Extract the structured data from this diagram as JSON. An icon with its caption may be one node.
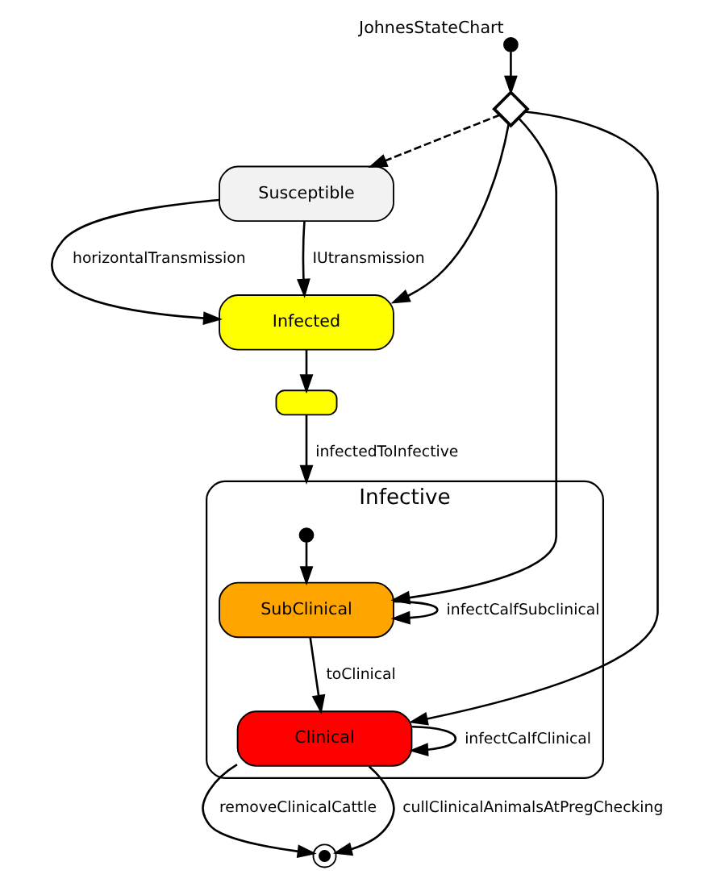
{
  "diagram": {
    "nodes": [
      {
        "text": [],
        "shape": "circle",
        "beside": [
          "JohnesStateChart"
        ]
      },
      {
        "text": [],
        "shape": "diamond"
      },
      {
        "text": [
          "Susceptible"
        ]
      },
      {
        "text": [
          "Infected"
        ]
      },
      {
        "text": [],
        "shape": "box"
      },
      {
        "text": [
          "Infective"
        ]
      },
      {
        "text": [],
        "shape": "circle",
        "in": 5
      },
      {
        "text": [
          "SubClinical"
        ],
        "in": 5
      },
      {
        "text": [
          "Clinical"
        ],
        "in": 5
      },
      {
        "text": [],
        "shape": "circle"
      }
    ],
    "edges": [
      {
        "from": 0,
        "to": 1,
        "arrow": "to"
      },
      {
        "from": 1,
        "to": 2,
        "arrow": "to",
        "style": "dashed"
      },
      {
        "from": 2,
        "to": 3,
        "arrow": "to",
        "label": "horizontalTransmission"
      },
      {
        "from": 2,
        "to": 3,
        "arrow": "to",
        "label": "IUtransmission"
      },
      {
        "from": 1,
        "to": 3,
        "arrow": "to"
      },
      {
        "from": 3,
        "to": 4,
        "arrow": "to"
      },
      {
        "from": 4,
        "to": 5,
        "arrow": "to",
        "label": "infectedToInfective"
      },
      {
        "from": 6,
        "to": 7,
        "arrow": "to"
      },
      {
        "from": 7,
        "to": 7,
        "arrow": "to",
        "label": "infectCalfSubclinical"
      },
      {
        "from": 1,
        "to": 7,
        "arrow": "to"
      },
      {
        "from": 7,
        "to": 8,
        "arrow": "to",
        "label": "toClinical"
      },
      {
        "from": 8,
        "to": 8,
        "arrow": "to",
        "label": "infectCalfClinical"
      },
      {
        "from": 1,
        "to": 8,
        "arrow": "to"
      },
      {
        "from": 8,
        "to": 9,
        "arrow": "to",
        "label": "removeClinicalCattle"
      },
      {
        "from": 8,
        "to": 9,
        "arrow": "to",
        "label": "cullClinicalAnimalsAtPregChecking"
      }
    ]
  }
}
